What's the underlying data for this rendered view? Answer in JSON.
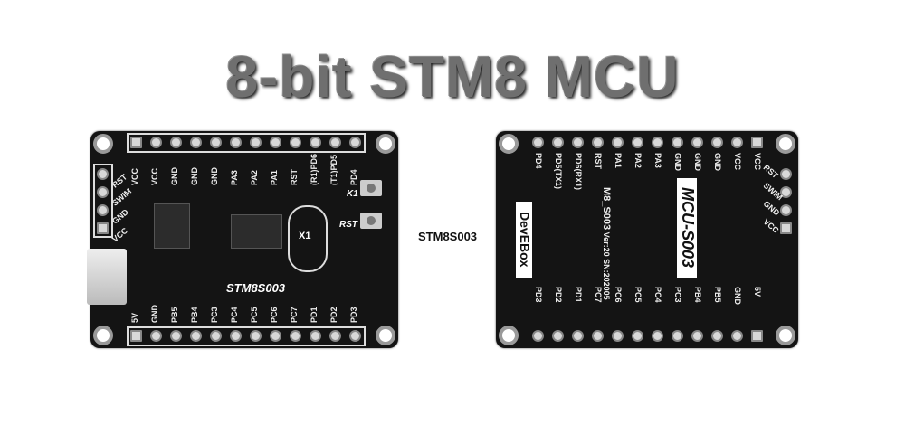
{
  "title": "8-bit STM8 MCU",
  "caption": "STM8S003",
  "front": {
    "top_pins": [
      "VCC",
      "VCC",
      "GND",
      "GND",
      "GND",
      "PA3",
      "PA2",
      "PA1",
      "RST",
      "(R1)PD6",
      "(T1)PD5",
      "PD4"
    ],
    "left_pins": [
      "RST",
      "SWIM",
      "GND",
      "VCC"
    ],
    "bottom_pins": [
      "5V",
      "GND",
      "PB5",
      "PB4",
      "PC3",
      "PC4",
      "PC5",
      "PC6",
      "PC7",
      "PD1",
      "PD2",
      "PD3"
    ],
    "chip_label": "STM8S003",
    "crystal": "X1",
    "button_k1": "K1",
    "button_rst": "RST"
  },
  "back": {
    "top_pins": [
      "PD4",
      "PD5(TX1)",
      "PD6(RX1)",
      "RST",
      "PA1",
      "PA2",
      "PA3",
      "GND",
      "GND",
      "GND",
      "VCC",
      "VCC"
    ],
    "right_pins": [
      "RST",
      "SWIM",
      "GND",
      "VCC"
    ],
    "bottom_pins": [
      "PD3",
      "PD2",
      "PD1",
      "PC7",
      "PC6",
      "PC5",
      "PC4",
      "PC3",
      "PB4",
      "PB5",
      "GND",
      "5V"
    ],
    "brand": "DevEBox",
    "model": "MCU-S003",
    "board_id": "M8_S003",
    "version": "Ver:20",
    "serial": "SN:202005"
  }
}
